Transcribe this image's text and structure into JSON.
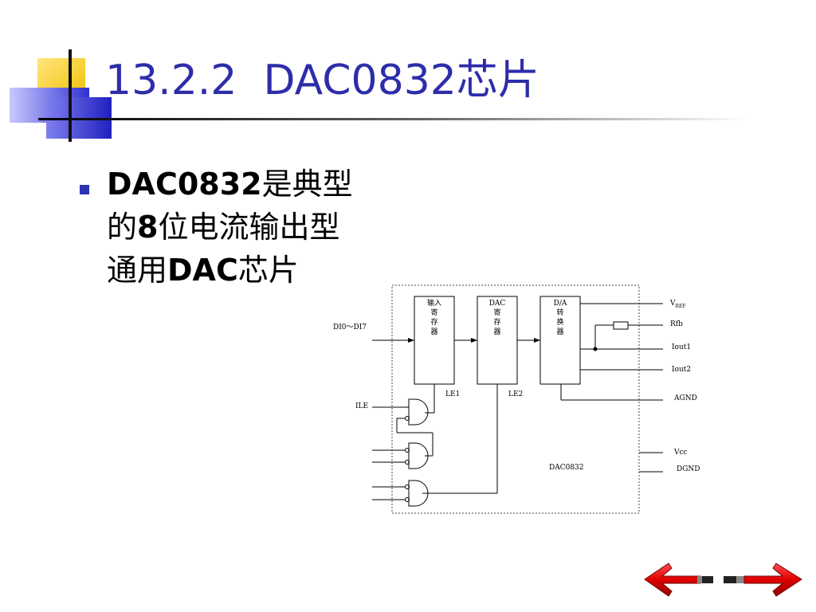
{
  "slide": {
    "title": "13.2.2  DAC0832芯片",
    "bullet": {
      "line1_bold": "DAC0832",
      "line1_rest": "是典型",
      "line2_a": "的",
      "line2_bold": "8",
      "line2_rest": "位电流输出型",
      "line3_a": "通用",
      "line3_bold": "DAC",
      "line3_rest": "芯片"
    }
  },
  "diagram": {
    "blocks": {
      "input_register": [
        "输入",
        "寄",
        "存",
        "器"
      ],
      "dac_register": [
        "DAC",
        "寄",
        "存",
        "器"
      ],
      "da_converter": [
        "D/A",
        "转",
        "换",
        "器"
      ]
    },
    "inputs": {
      "data": "DI0～DI7",
      "ile": "ILE"
    },
    "latch_labels": {
      "le1": "LE1",
      "le2": "LE2"
    },
    "pins": {
      "vref": "V",
      "vref_sub": "REF",
      "rfb": "Rfb",
      "iout1": "Iout1",
      "iout2": "Iout2",
      "agnd": "AGND",
      "vcc": "Vcc",
      "dgnd": "DGND"
    },
    "chip_label": "DAC0832"
  },
  "nav": {
    "back": "back-arrow-icon",
    "forward": "forward-arrow-icon"
  },
  "colors": {
    "title": "#2d2daa",
    "accent_yellow": "#f5cc1a",
    "accent_blue": "#4a4ae0",
    "nav_red": "#e01010"
  }
}
